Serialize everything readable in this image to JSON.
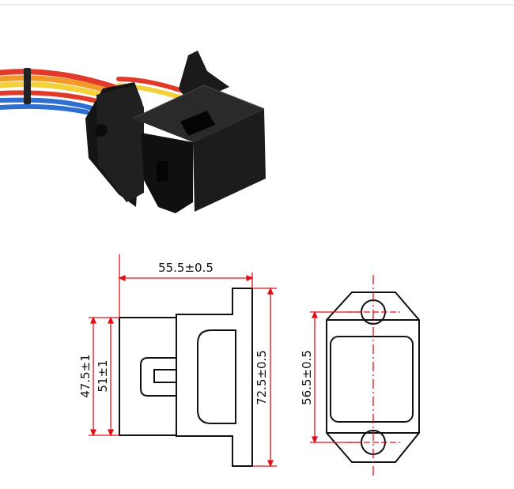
{
  "colors": {
    "background": "#ffffff",
    "top_rule": "#d9d9d9",
    "dimension_line": "#e0101a",
    "outline": "#111111",
    "housing": "#1b1b1b",
    "wire_red": "#e23a2a",
    "wire_orange": "#f19a2a",
    "wire_yellow": "#f3d13a",
    "wire_blue": "#2f6fd1"
  },
  "photo": {
    "subject": "black-fuse-holder-with-wires"
  },
  "dimensions": {
    "top_width": "55.5±0.5",
    "left_outer_height": "47.5±1",
    "left_inner_height": "51±1",
    "right_height": "72.5±0.5",
    "end_view_height": "56.5±0.5"
  }
}
